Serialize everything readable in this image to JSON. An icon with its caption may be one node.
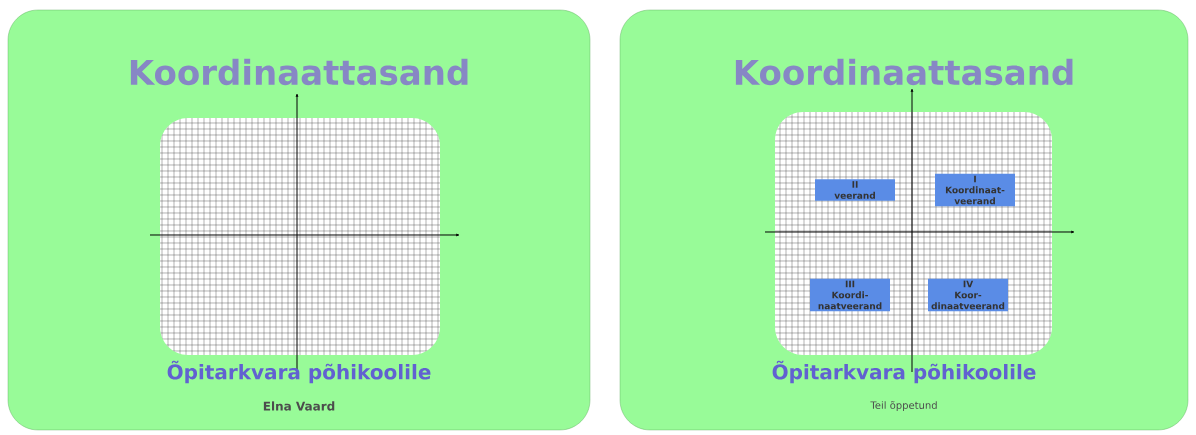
{
  "diagram": {
    "nodes": [
      {
        "text": [
          "Koordinaattasand",
          "Õpitarkvara põhikoolile",
          "Elna Vaard"
        ]
      },
      {
        "text": [
          "Koordinaattasand",
          "Õpitarkvara põhikoolile",
          "Teil õppetund"
        ]
      },
      {
        "text": [
          "II",
          "veerand"
        ],
        "in": 1
      },
      {
        "text": [
          "I",
          "Koordinaat- veerand"
        ],
        "in": 1
      },
      {
        "text": [
          "III",
          "Koordi- naatveerand"
        ],
        "in": 1
      },
      {
        "text": [
          "IV",
          "Koor- dinaatveerand"
        ],
        "in": 1
      }
    ]
  }
}
